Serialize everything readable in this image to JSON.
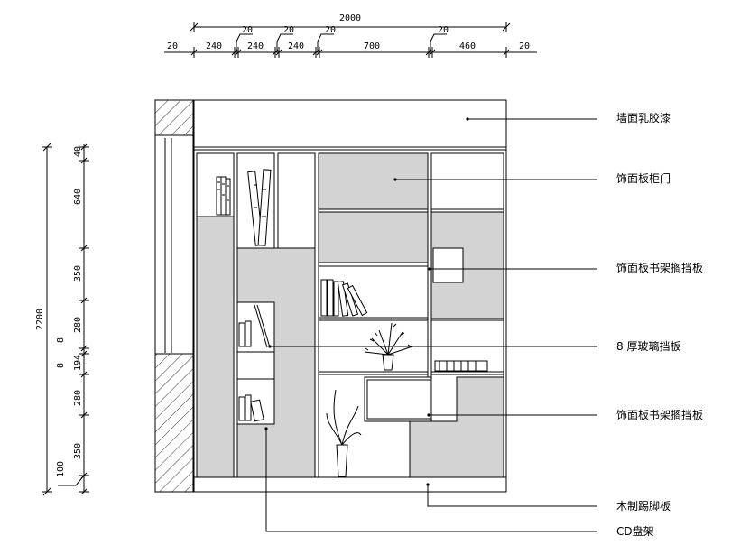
{
  "top_dims": {
    "total": "2000",
    "segments": [
      "20",
      "240",
      "20",
      "240",
      "20",
      "240",
      "20",
      "700",
      "20",
      "460",
      "20"
    ]
  },
  "left_dims": {
    "total": "2200",
    "segments": [
      "40",
      "640",
      "350",
      "280",
      "8",
      "8",
      "194",
      "280",
      "350",
      "100"
    ]
  },
  "callouts": [
    "墙面乳胶漆",
    "饰面板柜门",
    "饰面板书架搁挡板",
    "8 厚玻璃挡板",
    "饰面板书架搁挡板",
    "木制踢脚板",
    "CD盘架"
  ]
}
